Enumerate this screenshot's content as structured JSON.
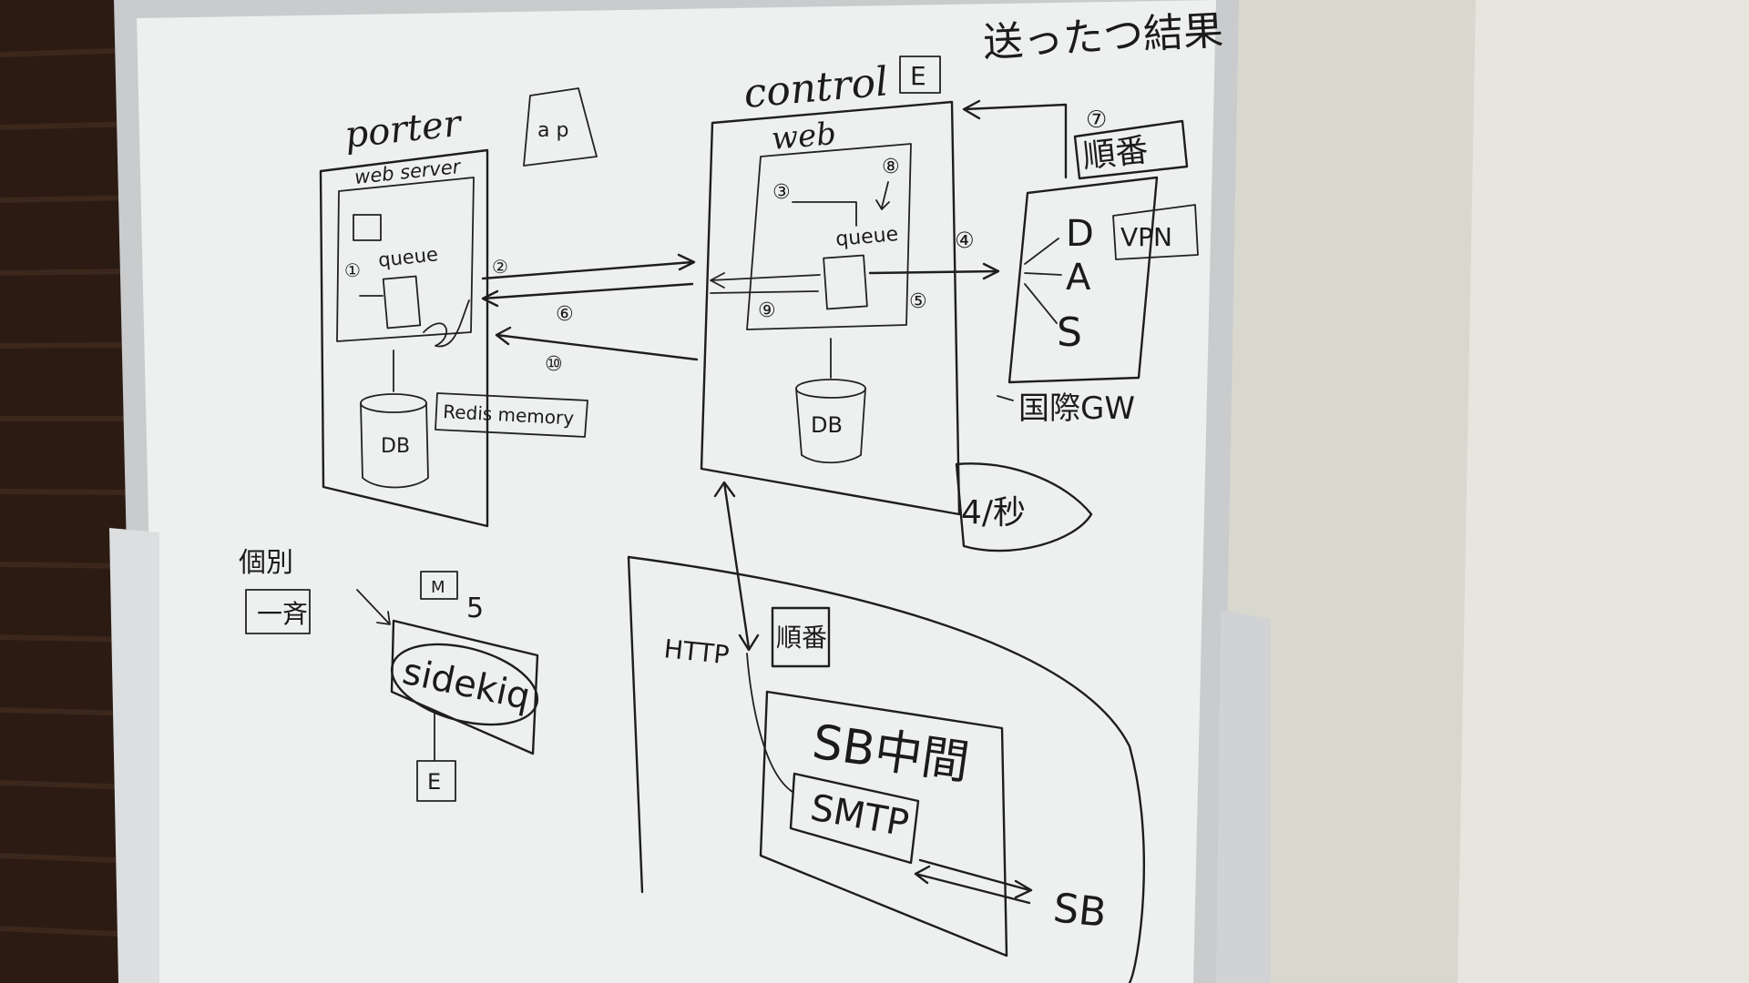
{
  "whiteboard": {
    "title_top_right": "送ったつ結果",
    "porter": {
      "label": "porter",
      "web_server": "web server",
      "queue": "queue",
      "db": "DB",
      "redis_memory": "Redis memory",
      "step_1": "①",
      "step_2": "②",
      "step_6": "⑥",
      "step_10": "⑩"
    },
    "top_cylinder_letters": "a p",
    "control": {
      "label": "control",
      "e_box": "E",
      "web": "web",
      "queue": "queue",
      "db": "DB",
      "step_3": "③",
      "step_8": "⑧",
      "step_4": "④",
      "step_5": "⑤",
      "step_9": "⑨"
    },
    "right_gateway": {
      "step_7": "⑦",
      "order_box": "順番",
      "vpn_box": "VPN",
      "d": "D",
      "a": "A",
      "s": "S",
      "gateway_label": "国際GW"
    },
    "per_second": "4/秒",
    "left_bottom": {
      "individual": "個別",
      "bulk": "一斉",
      "small_box": "M",
      "five": "5",
      "sidekiq": "sidekiq",
      "e_box": "E"
    },
    "bottom_region": {
      "http": "HTTP",
      "order_box": "順番",
      "sb_middle": "SB中間",
      "smtp": "SMTP",
      "sb": "SB"
    }
  }
}
